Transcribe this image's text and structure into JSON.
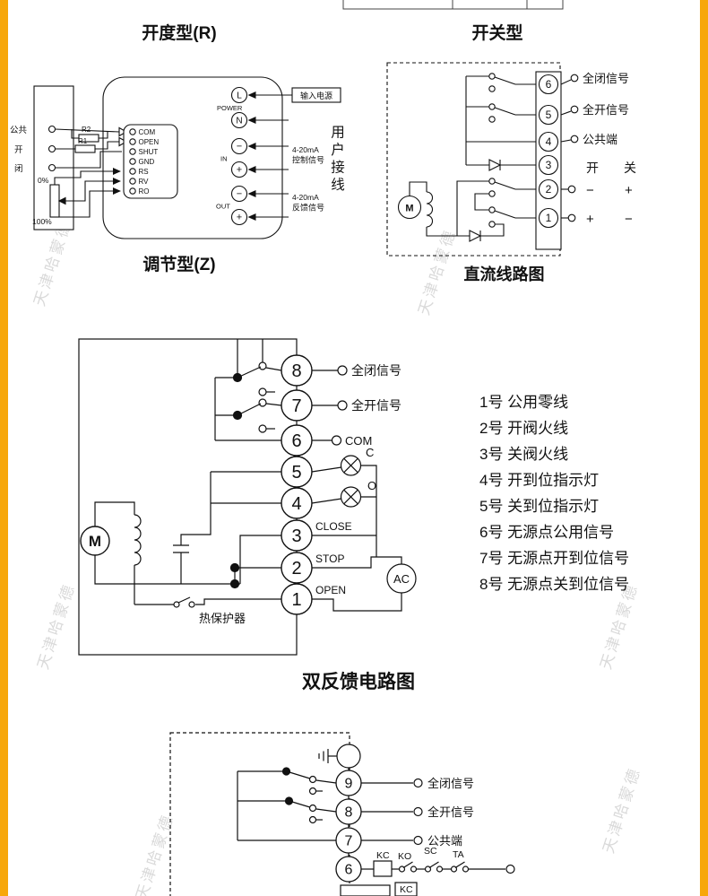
{
  "frame": {
    "accent": "#F7A70A",
    "watermark": "天津哈蒙德"
  },
  "regulator": {
    "title": "开度型(R)",
    "caption": "调节型(Z)",
    "input_labels": {
      "common": "公共",
      "open": "开",
      "close": "闭"
    },
    "r2": "R2",
    "r1": "R1",
    "pot_top": "0%",
    "pot_bottom": "100%",
    "terminals": [
      "COM",
      "OPEN",
      "SHUT",
      "GND",
      "RS",
      "RV",
      "RO"
    ],
    "power_l": "L",
    "power_n": "N",
    "power_label": "POWER",
    "in_label": "IN",
    "out_label": "OUT",
    "plus": "+",
    "minus": "−",
    "ann_input_power": "输入电源",
    "ann_ctrl_1": "4-20mA",
    "ann_ctrl_2": "控制信号",
    "ann_fb_1": "4-20mA",
    "ann_fb_2": "反馈信号",
    "user_wiring": "用户接线"
  },
  "dc": {
    "title": "开关型",
    "caption": "直流线路图",
    "terminals": [
      "6",
      "5",
      "4",
      "3",
      "2",
      "1"
    ],
    "label_closed": "全闭信号",
    "label_open": "全开信号",
    "label_common": "公共端",
    "kai": "开",
    "guan": "关",
    "plus": "+",
    "minus": "−",
    "motor": "M"
  },
  "feedback": {
    "caption": "双反馈电路图",
    "terminals": [
      "8",
      "7",
      "6",
      "5",
      "4",
      "3",
      "2",
      "1"
    ],
    "label_closed": "全闭信号",
    "label_open": "全开信号",
    "com": "COM",
    "lamp_c": "C",
    "lamp_o": "O",
    "close": "CLOSE",
    "stop": "STOP",
    "open": "OPEN",
    "ac": "AC",
    "motor": "M",
    "thermal": "热保护器",
    "legend": [
      "1号 公用零线",
      "2号 开阀火线",
      "3号 关阀火线",
      "4号 开到位指示灯",
      "5号 关到位指示灯",
      "6号 无源点公用信号",
      "7号 无源点开到位信号",
      "8号 无源点关到位信号"
    ]
  },
  "ac_diagram": {
    "terminals": [
      "9",
      "8",
      "7",
      "6"
    ],
    "label_closed": "全闭信号",
    "label_open": "全开信号",
    "label_common": "公共端",
    "kc": "KC",
    "ko": "KO",
    "sc": "SC",
    "ta": "TA",
    "kc2": "KC"
  }
}
